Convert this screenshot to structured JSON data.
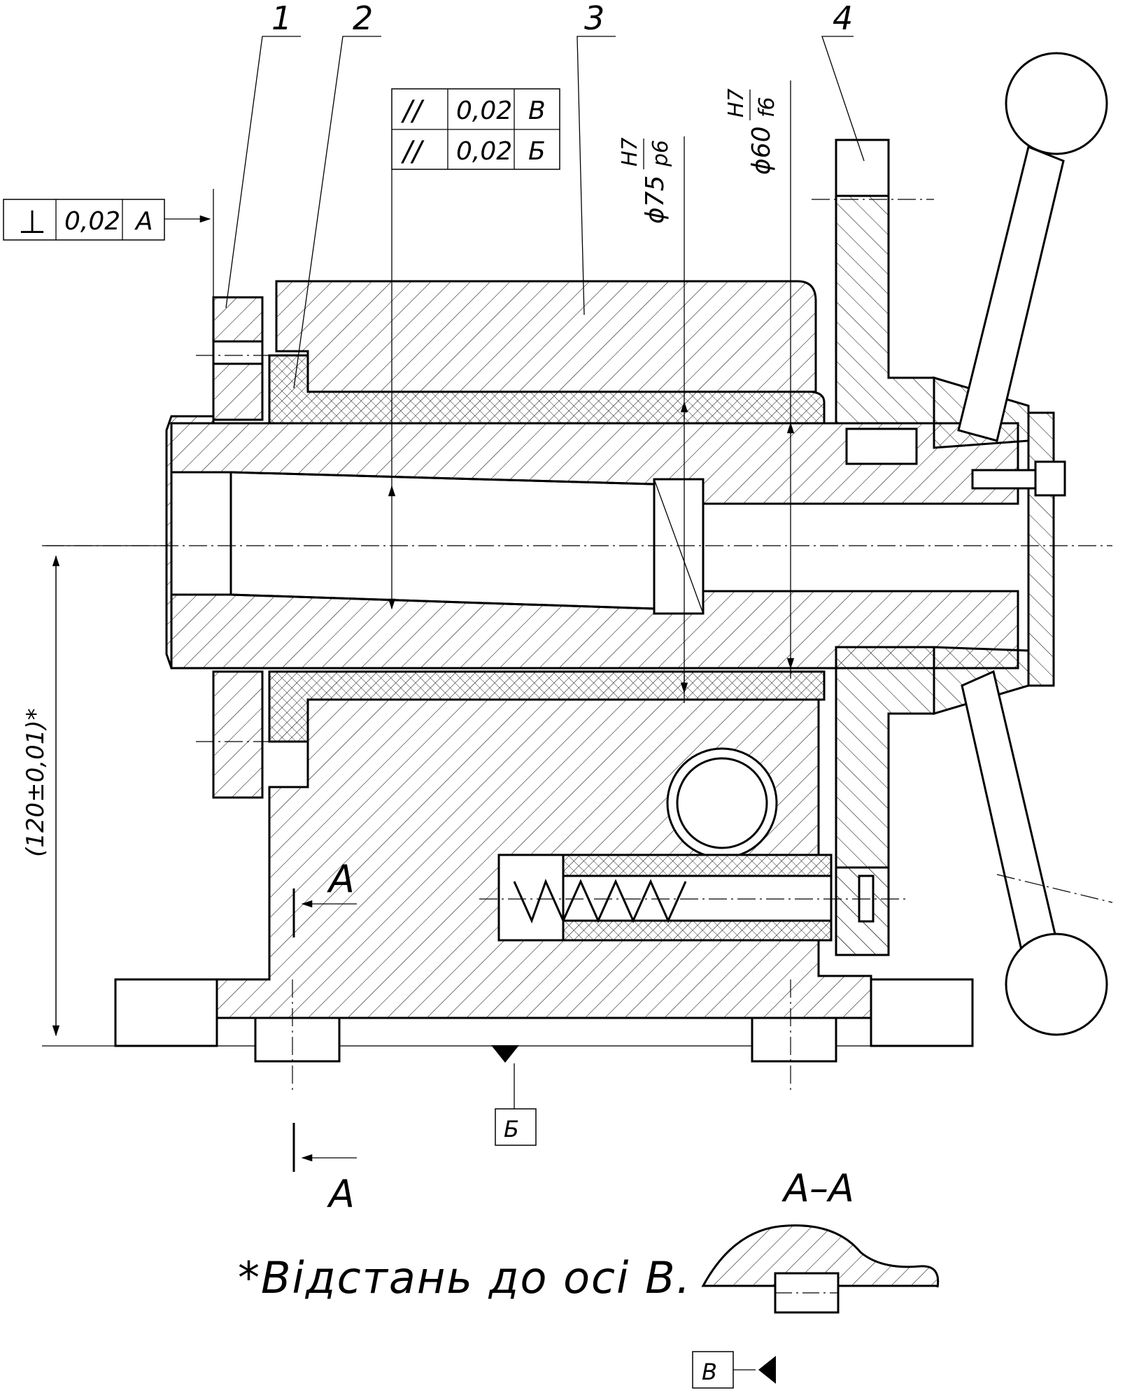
{
  "leaders": {
    "pos1": "1",
    "pos2": "2",
    "pos3": "3",
    "pos4": "4"
  },
  "tolerances": {
    "perp": {
      "symbol": "⊥",
      "value": "0,02",
      "datum": "A"
    },
    "par_v": {
      "symbol": "//",
      "value": "0,02",
      "datum": "В"
    },
    "par_b": {
      "symbol": "//",
      "value": "0,02",
      "datum": "Б"
    }
  },
  "dimensions": {
    "d75": {
      "main": "ϕ75",
      "upper": "H7",
      "lower": "p6"
    },
    "d60": {
      "main": "ϕ60",
      "upper": "H7",
      "lower": "f6"
    },
    "height": "(120±0,01)*"
  },
  "datums": {
    "b": "Б",
    "v": "В"
  },
  "section": {
    "mark_top": "A",
    "mark_bottom": "A",
    "view_title": "A–A"
  },
  "note": "*Відстань до осі В."
}
